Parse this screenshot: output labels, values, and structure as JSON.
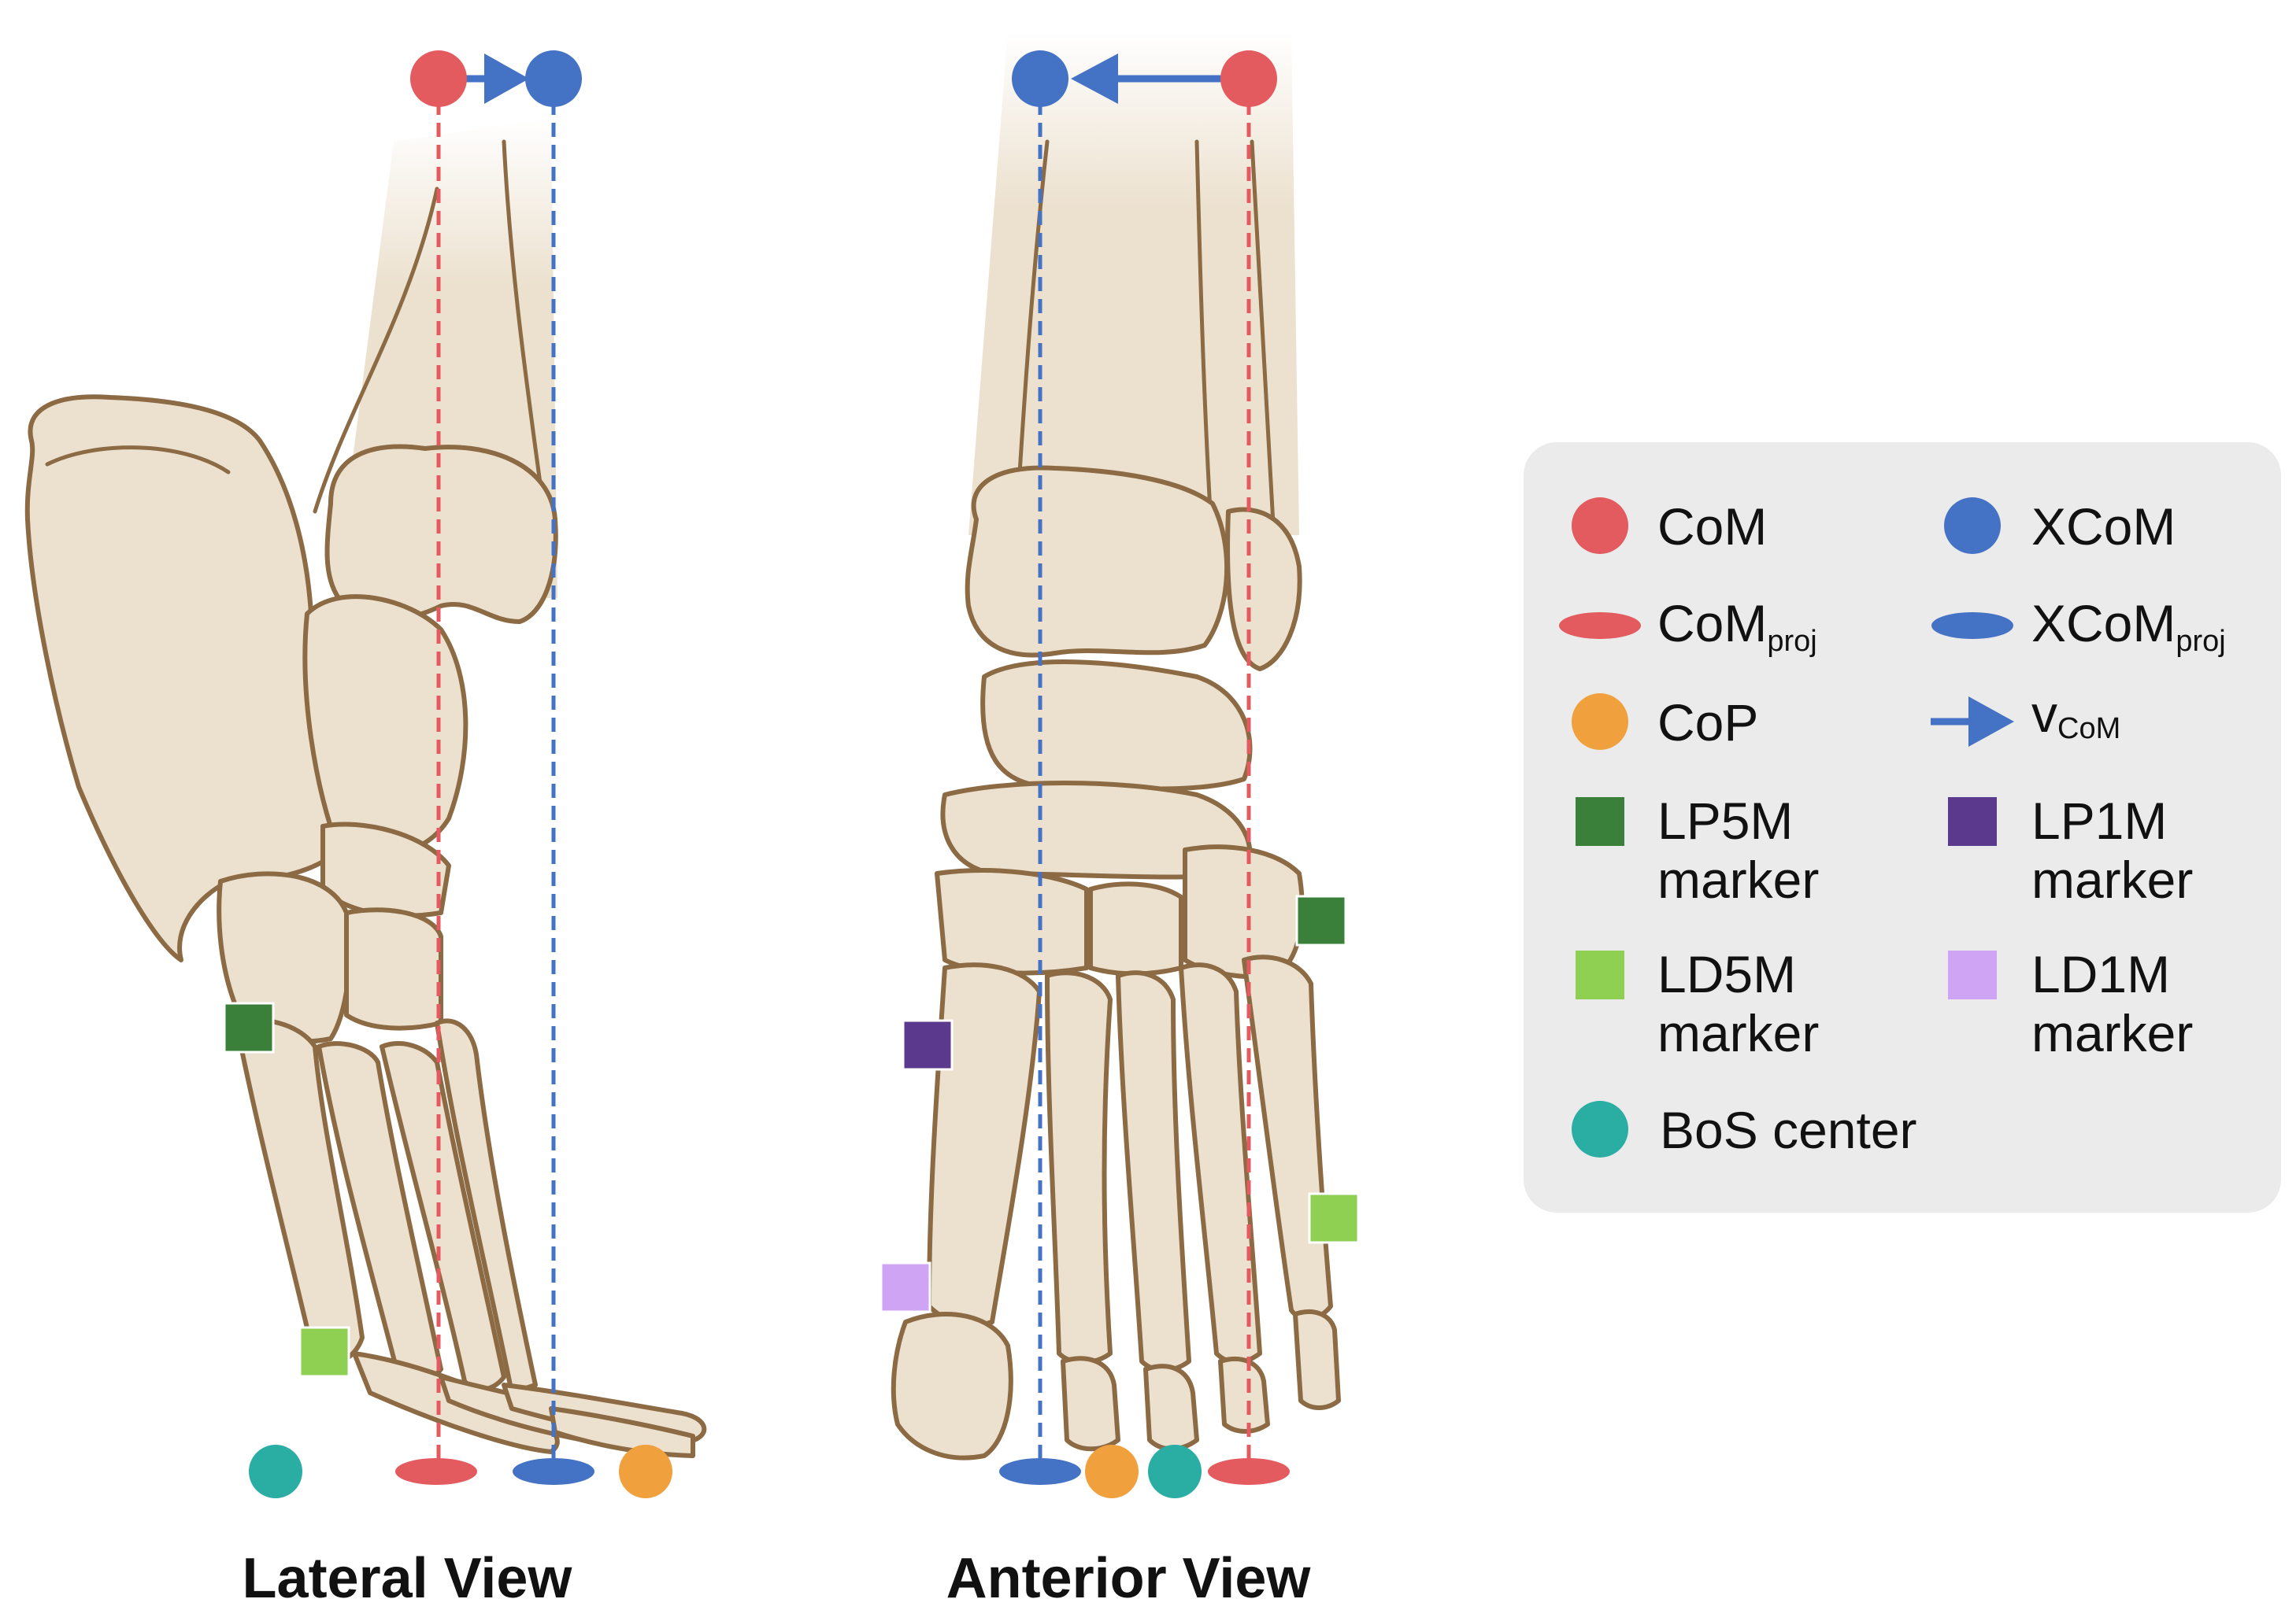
{
  "views": {
    "lateral": {
      "title": "Lateral View"
    },
    "anterior": {
      "title": "Anterior View"
    }
  },
  "legend": {
    "items": [
      {
        "key": "com",
        "label": "CoM",
        "sub": "",
        "color": "#e35a5f",
        "shape": "circle"
      },
      {
        "key": "xcom",
        "label": "XCoM",
        "sub": "",
        "color": "#4472c4",
        "shape": "circle"
      },
      {
        "key": "com_proj",
        "label": "CoM",
        "sub": "proj",
        "color": "#e35a5f",
        "shape": "ellipse"
      },
      {
        "key": "xcom_proj",
        "label": "XCoM",
        "sub": "proj",
        "color": "#4472c4",
        "shape": "ellipse"
      },
      {
        "key": "cop",
        "label": "CoP",
        "sub": "",
        "color": "#f0a03c",
        "shape": "circle"
      },
      {
        "key": "vcom",
        "label": "v",
        "sub": "CoM",
        "color": "#4472c4",
        "shape": "arrow"
      },
      {
        "key": "lp5m",
        "label": "LP5M",
        "label2": "marker",
        "color": "#3a7f3a",
        "shape": "square"
      },
      {
        "key": "lp1m",
        "label": "LP1M",
        "label2": "marker",
        "color": "#5b3a8e",
        "shape": "square"
      },
      {
        "key": "ld5m",
        "label": "LD5M",
        "label2": "marker",
        "color": "#8fcf52",
        "shape": "square"
      },
      {
        "key": "ld1m",
        "label": "LD1M",
        "label2": "marker",
        "color": "#cfa4f4",
        "shape": "square"
      },
      {
        "key": "bos",
        "label": "BoS center",
        "sub": "",
        "color": "#2aada3",
        "shape": "circle"
      }
    ],
    "background": "#ebebeb"
  },
  "colors": {
    "bone_fill": "#ece1cf",
    "bone_outline": "#8b6a44",
    "com": "#e35a5f",
    "xcom": "#4472c4",
    "cop": "#f0a03c",
    "lp5m": "#3a7f3a",
    "lp1m": "#5b3a8e",
    "ld5m": "#8fcf52",
    "ld1m": "#cfa4f4",
    "bos": "#2aada3"
  }
}
